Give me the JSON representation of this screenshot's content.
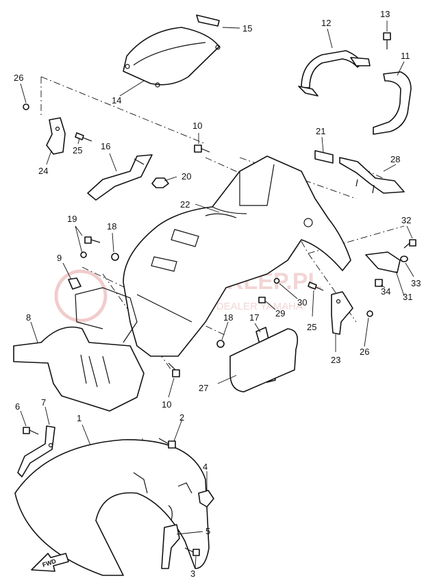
{
  "watermark": {
    "brand": "YAMA-SKLEP.PL",
    "tagline": "W... EDNOWICZ DEALER YAMAHA"
  },
  "direction_marker": "FWD",
  "callouts": [
    {
      "id": "c1",
      "label": "1"
    },
    {
      "id": "c2",
      "label": "2"
    },
    {
      "id": "c3",
      "label": "3"
    },
    {
      "id": "c4",
      "label": "4"
    },
    {
      "id": "c5",
      "label": "5"
    },
    {
      "id": "c6",
      "label": "6"
    },
    {
      "id": "c7",
      "label": "7"
    },
    {
      "id": "c8",
      "label": "8"
    },
    {
      "id": "c9",
      "label": "9"
    },
    {
      "id": "c10a",
      "label": "10"
    },
    {
      "id": "c10b",
      "label": "10"
    },
    {
      "id": "c11",
      "label": "11"
    },
    {
      "id": "c12",
      "label": "12"
    },
    {
      "id": "c13",
      "label": "13"
    },
    {
      "id": "c14",
      "label": "14"
    },
    {
      "id": "c15",
      "label": "15"
    },
    {
      "id": "c16",
      "label": "16"
    },
    {
      "id": "c17",
      "label": "17"
    },
    {
      "id": "c18a",
      "label": "18"
    },
    {
      "id": "c18b",
      "label": "18"
    },
    {
      "id": "c19",
      "label": "19"
    },
    {
      "id": "c20",
      "label": "20"
    },
    {
      "id": "c21",
      "label": "21"
    },
    {
      "id": "c22",
      "label": "22"
    },
    {
      "id": "c23",
      "label": "23"
    },
    {
      "id": "c24",
      "label": "24"
    },
    {
      "id": "c25a",
      "label": "25"
    },
    {
      "id": "c25b",
      "label": "25"
    },
    {
      "id": "c26a",
      "label": "26"
    },
    {
      "id": "c26b",
      "label": "26"
    },
    {
      "id": "c27",
      "label": "27"
    },
    {
      "id": "c28",
      "label": "28"
    },
    {
      "id": "c29",
      "label": "29"
    },
    {
      "id": "c30",
      "label": "30"
    },
    {
      "id": "c31",
      "label": "31"
    },
    {
      "id": "c32",
      "label": "32"
    },
    {
      "id": "c33",
      "label": "33"
    },
    {
      "id": "c34",
      "label": "34"
    }
  ]
}
